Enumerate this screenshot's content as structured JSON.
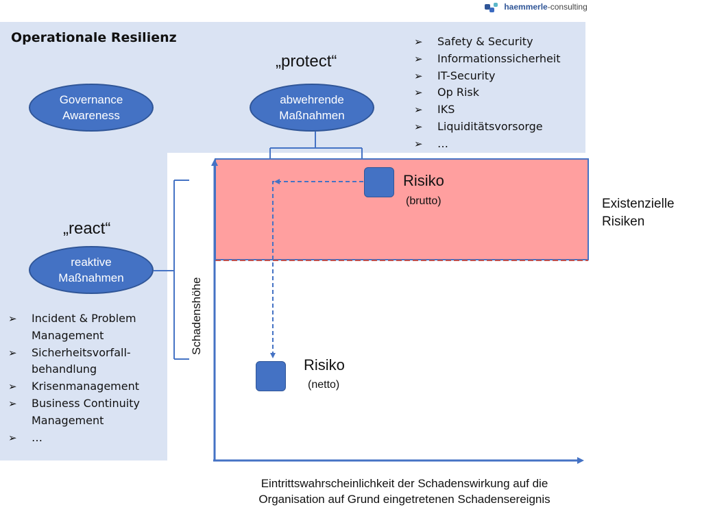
{
  "logo": {
    "name": "haemmerle",
    "suffix": "-consulting",
    "icon": "puzzle-icon"
  },
  "title": "Operationale Resilienz",
  "protect": {
    "quote": "„protect“",
    "line1": "abwehrende",
    "line2": "Maßnahmen"
  },
  "react": {
    "quote": "„react“",
    "line1": "reaktive",
    "line2": "Maßnahmen"
  },
  "governance": {
    "line1": "Governance",
    "line2": "Awareness"
  },
  "protect_list": [
    "Safety & Security",
    "Informationssicherheit",
    "IT-Security",
    "Op Risk",
    "IKS",
    "Liquiditätsvorsorge",
    "…"
  ],
  "react_list": [
    {
      "l1": "Incident & Problem",
      "l2": "Management"
    },
    {
      "l1": "Sicherheitsvorfall-",
      "l2": "behandlung"
    },
    {
      "l1": "Krisenmanagement",
      "l2": ""
    },
    {
      "l1": "Business Continuity",
      "l2": "Management"
    },
    {
      "l1": "…",
      "l2": ""
    }
  ],
  "risk_gross": {
    "label": "Risiko",
    "sub": "(brutto)"
  },
  "risk_net": {
    "label": "Risiko",
    "sub": "(netto)"
  },
  "existential": {
    "line1": "Existenzielle",
    "line2": "Risiken"
  },
  "y_axis": "Schadenshöhe",
  "x_axis": {
    "line1": "Eintrittswahrscheinlichkeit der Schadenswirkung auf die",
    "line2": "Organisation auf Grund eingetretenen Schadensereignis"
  },
  "colors": {
    "panel": "#dae3f3",
    "ellipse": "#4472c4",
    "axis": "#4472c4",
    "zone": "#ff9f9f",
    "zone_line": "#c0504d"
  }
}
